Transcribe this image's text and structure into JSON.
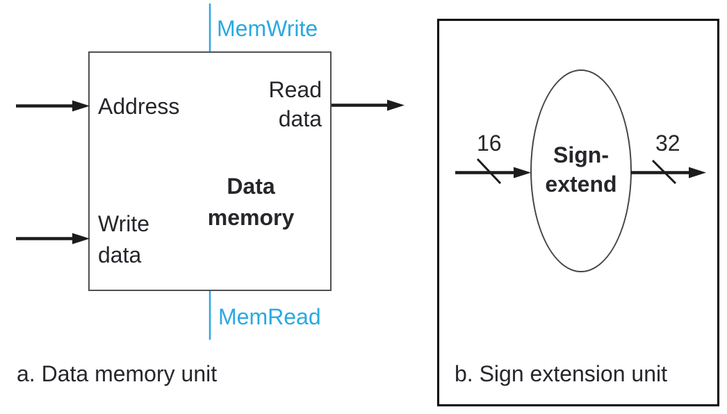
{
  "colors": {
    "control": "#29a9e1",
    "ink": "#26262b",
    "wire": "#1c1c1c",
    "block_border": "#4f4f53",
    "panel_border": "#000000",
    "background": "#ffffff"
  },
  "panel_a": {
    "caption": "a. Data memory unit",
    "block_title": "Data\nmemory",
    "control_top_label": "MemWrite",
    "control_bottom_label": "MemRead",
    "port_address": "Address",
    "port_write_data": "Write\ndata",
    "port_read_data": "Read\ndata"
  },
  "panel_b": {
    "caption": "b. Sign extension unit",
    "block_title": "Sign-\nextend",
    "input_bus_width": "16",
    "output_bus_width": "32"
  }
}
